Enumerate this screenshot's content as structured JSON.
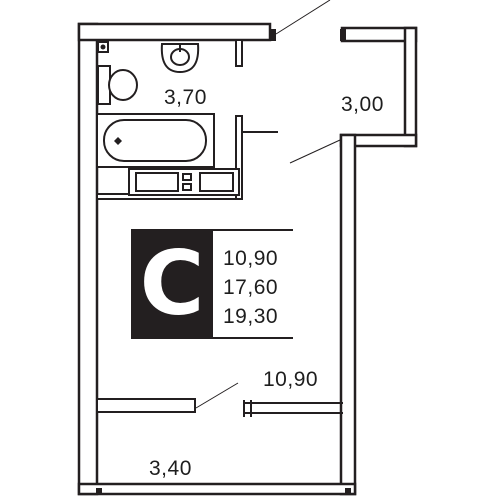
{
  "room_dims": {
    "bathroom_length": "3,70",
    "balcony_length": "3,00",
    "room_length": "10,90",
    "room_width": "3,40"
  },
  "apartment": {
    "type_letter": "С",
    "areas": [
      "10,90",
      "17,60",
      "19,30"
    ]
  },
  "colors": {
    "wall": "#231f20",
    "accent": "#231f20",
    "background": "#ffffff"
  },
  "icons": [
    "toilet-icon",
    "sink-icon",
    "bathtub-icon",
    "washer-icon",
    "door-swing-icon",
    "window-icon"
  ]
}
